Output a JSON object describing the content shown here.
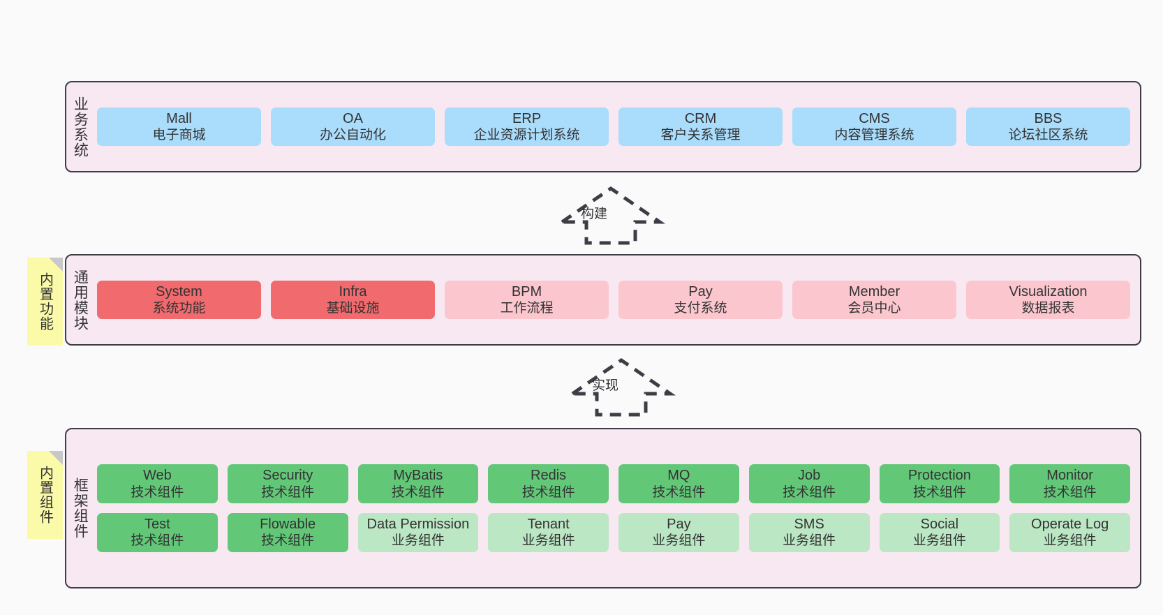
{
  "diagram": {
    "background_color": "#fafafa",
    "layer_fill": "#f8e8f2",
    "layer_border": "#3d3d46"
  },
  "layers": [
    {
      "id": "business-system",
      "label": "业务系统",
      "rows": [
        {
          "nodes": [
            {
              "title": "Mall",
              "sub": "电子商城",
              "style": "blue"
            },
            {
              "title": "OA",
              "sub": "办公自动化",
              "style": "blue"
            },
            {
              "title": "ERP",
              "sub": "企业资源计划系统",
              "style": "blue"
            },
            {
              "title": "CRM",
              "sub": "客户关系管理",
              "style": "blue"
            },
            {
              "title": "CMS",
              "sub": "内容管理系统",
              "style": "blue"
            },
            {
              "title": "BBS",
              "sub": "论坛社区系统",
              "style": "blue"
            }
          ]
        }
      ]
    },
    {
      "id": "common-modules",
      "label": "通用模块",
      "sticky": "内置功能",
      "rows": [
        {
          "nodes": [
            {
              "title": "System",
              "sub": "系统功能",
              "style": "redDk"
            },
            {
              "title": "Infra",
              "sub": "基础设施",
              "style": "redDk"
            },
            {
              "title": "BPM",
              "sub": "工作流程",
              "style": "redLt"
            },
            {
              "title": "Pay",
              "sub": "支付系统",
              "style": "redLt"
            },
            {
              "title": "Member",
              "sub": "会员中心",
              "style": "redLt"
            },
            {
              "title": "Visualization",
              "sub": "数据报表",
              "style": "redLt"
            }
          ]
        }
      ]
    },
    {
      "id": "framework-components",
      "label": "框架组件",
      "sticky": "内置组件",
      "rows": [
        {
          "nodes": [
            {
              "title": "Web",
              "sub": "技术组件",
              "style": "greenDk"
            },
            {
              "title": "Security",
              "sub": "技术组件",
              "style": "greenDk"
            },
            {
              "title": "MyBatis",
              "sub": "技术组件",
              "style": "greenDk"
            },
            {
              "title": "Redis",
              "sub": "技术组件",
              "style": "greenDk"
            },
            {
              "title": "MQ",
              "sub": "技术组件",
              "style": "greenDk"
            },
            {
              "title": "Job",
              "sub": "技术组件",
              "style": "greenDk"
            },
            {
              "title": "Protection",
              "sub": "技术组件",
              "style": "greenDk"
            },
            {
              "title": "Monitor",
              "sub": "技术组件",
              "style": "greenDk"
            }
          ]
        },
        {
          "nodes": [
            {
              "title": "Test",
              "sub": "技术组件",
              "style": "greenDk"
            },
            {
              "title": "Flowable",
              "sub": "技术组件",
              "style": "greenDk"
            },
            {
              "title": "Data Permission",
              "sub": "业务组件",
              "style": "greenLt"
            },
            {
              "title": "Tenant",
              "sub": "业务组件",
              "style": "greenLt"
            },
            {
              "title": "Pay",
              "sub": "业务组件",
              "style": "greenLt"
            },
            {
              "title": "SMS",
              "sub": "业务组件",
              "style": "greenLt"
            },
            {
              "title": "Social",
              "sub": "业务组件",
              "style": "greenLt"
            },
            {
              "title": "Operate Log",
              "sub": "业务组件",
              "style": "greenLt"
            }
          ]
        }
      ]
    }
  ],
  "connectors": [
    {
      "id": "build",
      "label": "构建"
    },
    {
      "id": "implement",
      "label": "实现"
    }
  ],
  "palette": {
    "blue": "#aadcfb",
    "red_dark": "#f06a6e",
    "red_light": "#fbc6ce",
    "green_dark": "#62c878",
    "green_light": "#bce7c5",
    "sticky_yellow": "#fafaa8",
    "sticky_fold": "#c8c8c8"
  }
}
